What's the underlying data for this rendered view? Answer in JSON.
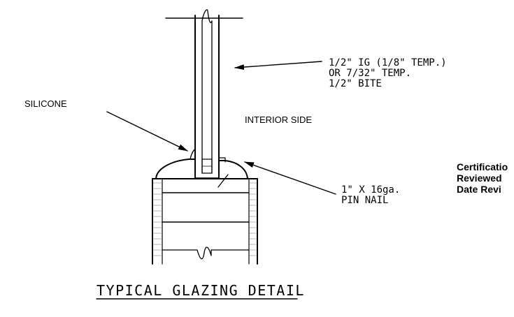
{
  "glass_callout": {
    "line1": "1/2\" IG (1/8\" TEMP.)",
    "line2": "OR 7/32\" TEMP.",
    "line3": "1/2\" BITE"
  },
  "silicone_label": "SILICONE",
  "interior_label": "INTERIOR SIDE",
  "nail_callout": {
    "line1": "1\" X 16ga.",
    "line2": "PIN NAIL"
  },
  "title": "TYPICAL GLAZING DETAIL",
  "certification": {
    "line1": "Certificatio",
    "line2": "Reviewed",
    "line3": "Date Revi"
  }
}
